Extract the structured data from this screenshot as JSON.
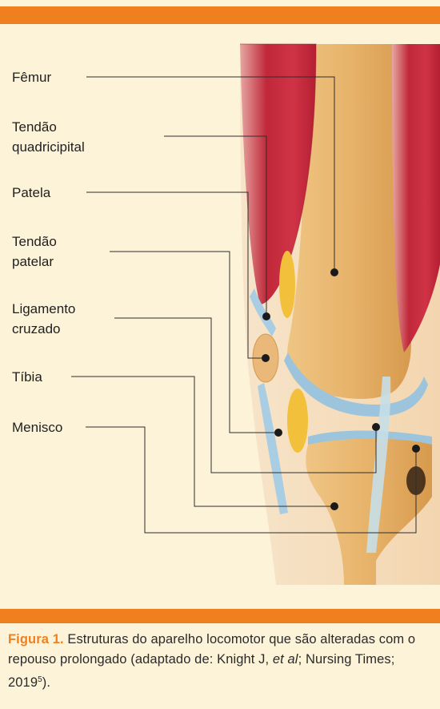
{
  "labels": {
    "femur": "Fêmur",
    "quad_tendon": "Tendão\nquadricipital",
    "patela": "Patela",
    "patellar_tendon": "Tendão\npatelar",
    "ligament": "Ligamento\ncruzado",
    "tibia": "Tíbia",
    "menisco": "Menisco"
  },
  "caption": {
    "figure_label": "Figura 1",
    "separator": ".",
    "text_1": " Estruturas do aparelho locomotor que são alteradas com o repouso prolongado (adaptado de: Knight J, ",
    "et_al": "et al",
    "text_2": "; Nursing Times; 2019",
    "superscript": "5",
    "text_end": ")."
  },
  "colors": {
    "accent": "#f07f1e",
    "background": "#fdf3d8",
    "muscle": "#c0283a",
    "bone": "#e7b36a",
    "cartilage": "#9cc4dc",
    "fat": "#f2c03a"
  }
}
